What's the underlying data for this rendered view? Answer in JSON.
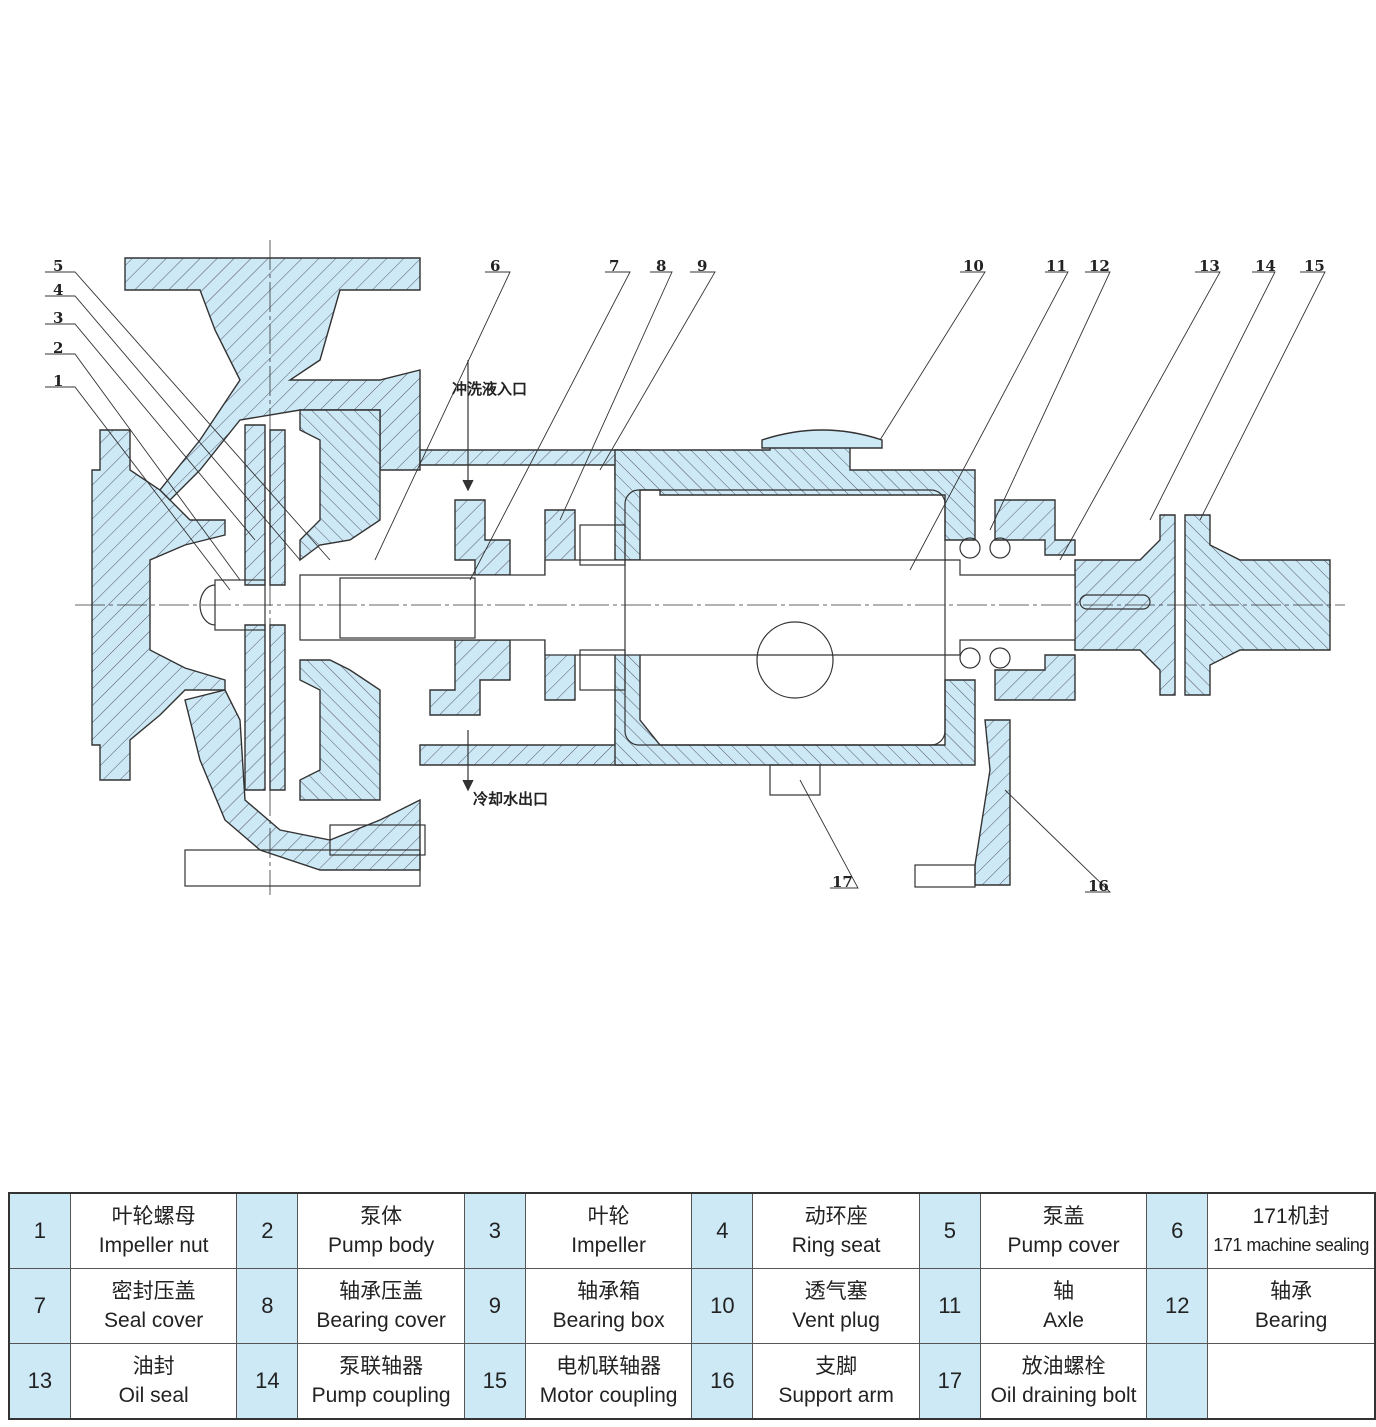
{
  "diagram": {
    "callouts": [
      "1",
      "2",
      "3",
      "4",
      "5",
      "6",
      "7",
      "8",
      "9",
      "10",
      "11",
      "12",
      "13",
      "14",
      "15",
      "16",
      "17"
    ],
    "notes": {
      "flush_inlet": "冲洗液入口",
      "cooling_outlet": "冷却水出口"
    },
    "colors": {
      "section_fill": "#cde9f6",
      "line": "#333333"
    }
  },
  "parts": [
    {
      "no": "1",
      "cn": "叶轮螺母",
      "en": "Impeller nut"
    },
    {
      "no": "2",
      "cn": "泵体",
      "en": "Pump body"
    },
    {
      "no": "3",
      "cn": "叶轮",
      "en": "Impeller"
    },
    {
      "no": "4",
      "cn": "动环座",
      "en": "Ring seat"
    },
    {
      "no": "5",
      "cn": "泵盖",
      "en": "Pump cover"
    },
    {
      "no": "6",
      "cn": "171机封",
      "en": "171 machine sealing"
    },
    {
      "no": "7",
      "cn": "密封压盖",
      "en": "Seal cover"
    },
    {
      "no": "8",
      "cn": "轴承压盖",
      "en": "Bearing cover"
    },
    {
      "no": "9",
      "cn": "轴承箱",
      "en": "Bearing box"
    },
    {
      "no": "10",
      "cn": "透气塞",
      "en": "Vent plug"
    },
    {
      "no": "11",
      "cn": "轴",
      "en": "Axle"
    },
    {
      "no": "12",
      "cn": "轴承",
      "en": "Bearing"
    },
    {
      "no": "13",
      "cn": "油封",
      "en": "Oil seal"
    },
    {
      "no": "14",
      "cn": "泵联轴器",
      "en": "Pump coupling"
    },
    {
      "no": "15",
      "cn": "电机联轴器",
      "en": "Motor coupling"
    },
    {
      "no": "16",
      "cn": "支脚",
      "en": "Support arm"
    },
    {
      "no": "17",
      "cn": "放油螺栓",
      "en": "Oil draining bolt"
    }
  ]
}
